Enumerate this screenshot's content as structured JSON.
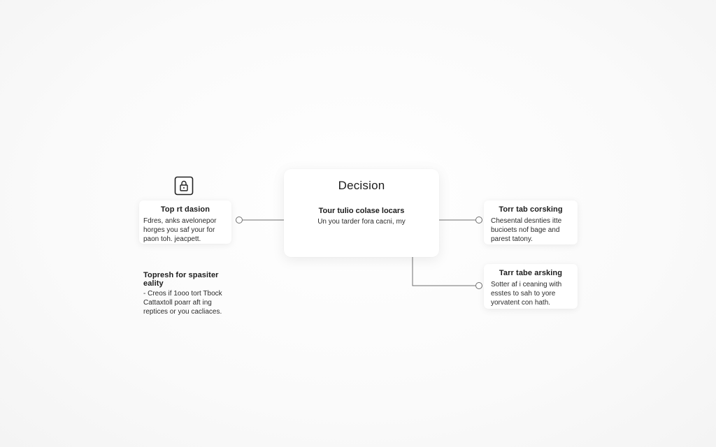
{
  "diagram": {
    "center": {
      "title": "Decision",
      "subtitle": "Tour tulio colase locars",
      "body": "Un you tarder fora cacni, my"
    },
    "left_top": {
      "icon": "document-lock-icon",
      "title": "Top rt dasion",
      "lines": [
        "Fdres, anks avelonepor",
        "horges you saf your for",
        "paon toh. jeacpett."
      ]
    },
    "left_bottom": {
      "title_lines": [
        "Topresh for spasiter",
        "eality"
      ],
      "lines": [
        "- Creos if 1ooo tort Tbock",
        "Cattaxtoll poarr aft ing",
        "reptices or you cacliaces."
      ]
    },
    "right_top": {
      "title": "Torr tab corsking",
      "lines": [
        "Chesental desnties itte",
        "bucioets nof bage and",
        "parest tatony."
      ]
    },
    "right_bottom": {
      "title": "Tarr tabe arsking",
      "lines": [
        "Sotter af i ceaning with",
        "esstes to sah to yore",
        "yorvatent con hath."
      ]
    },
    "colors": {
      "line": "#6f6f6f",
      "card": "#ffffff",
      "text": "#1c1c1c"
    }
  }
}
